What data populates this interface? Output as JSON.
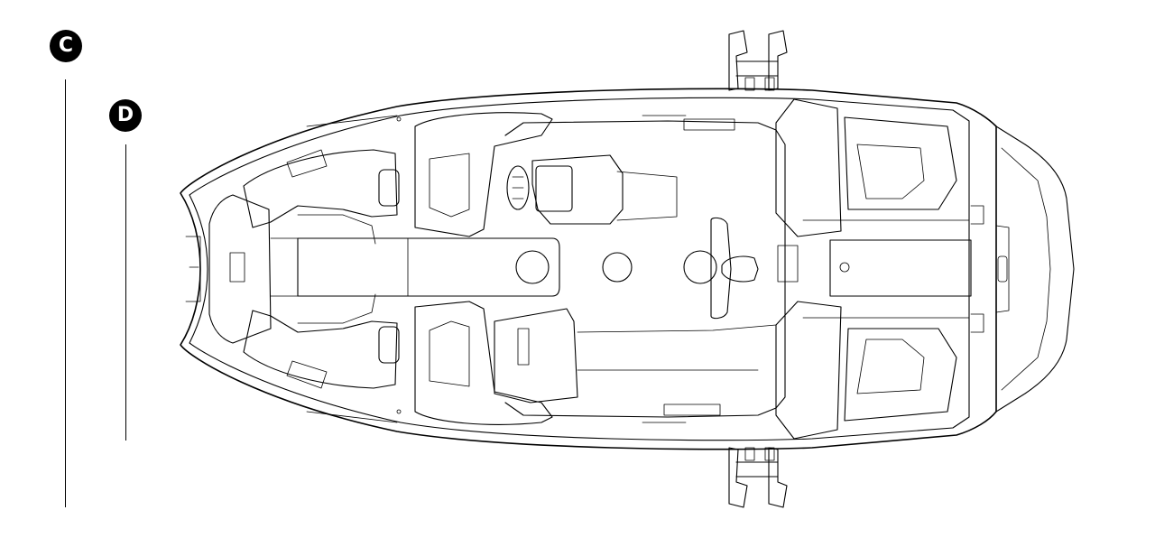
{
  "markers": [
    {
      "id": "c",
      "label": "C"
    },
    {
      "id": "d",
      "label": "D"
    }
  ],
  "colors": {
    "line": "#000000",
    "background": "#ffffff",
    "marker_fill": "#000000",
    "marker_text": "#ffffff"
  }
}
